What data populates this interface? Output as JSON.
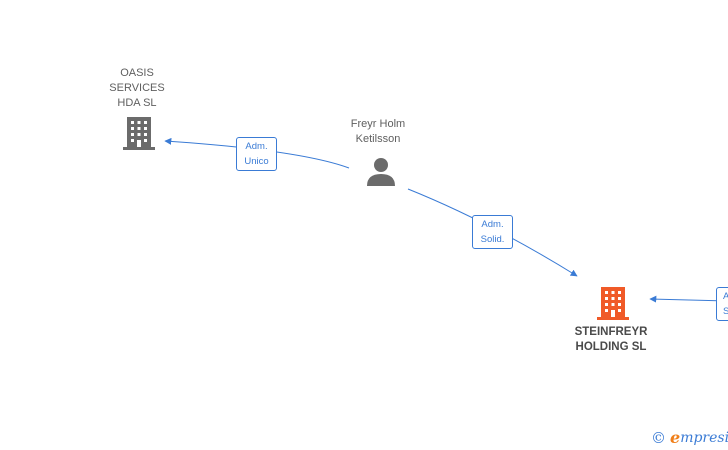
{
  "nodes": {
    "oasis": {
      "label": "OASIS\nSERVICES\nHDA  SL",
      "type": "company",
      "color": "#6b6b6b"
    },
    "freyr": {
      "label": "Freyr Holm\nKetilsson",
      "type": "person",
      "color": "#6b6b6b"
    },
    "steinfreyr": {
      "label": "STEINFREYR\nHOLDING  SL",
      "type": "company",
      "color": "#f05a28"
    }
  },
  "edges": {
    "adm_unico": {
      "label": "Adm.\nUnico",
      "from": "freyr",
      "to": "oasis"
    },
    "adm_solid": {
      "label": "Adm.\nSolid.",
      "from": "freyr",
      "to": "steinfreyr"
    },
    "partial": {
      "label": "A\nS",
      "to": "steinfreyr"
    }
  },
  "colors": {
    "edge": "#3a7bd5"
  },
  "brand": {
    "copyright": "©",
    "initial": "e",
    "name": "mpresia"
  }
}
